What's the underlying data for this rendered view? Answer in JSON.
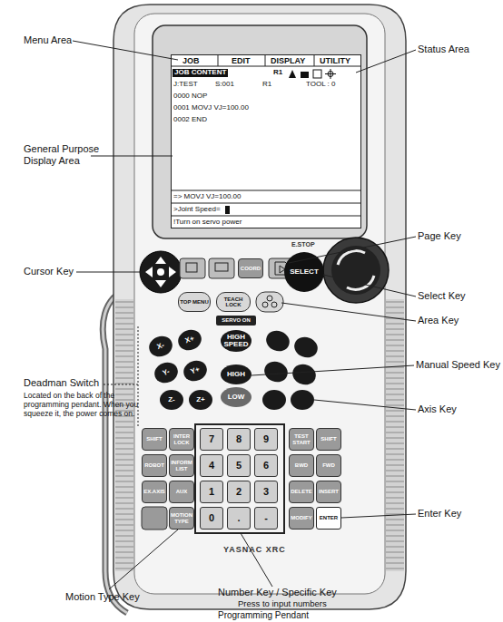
{
  "diagram": {
    "nodes": [
      {
        "text": [
          "YASNAC XRC"
        ]
      },
      {
        "text": [
          "JOB",
          "EDIT",
          "DISPLAY",
          "UTILITY",
          "JOB CONTENT",
          "R1",
          "J:TEST",
          "S:001",
          "R1",
          "TOOL : 0",
          "0000 NOP",
          "0001 MOVJ VJ=100.00",
          "0002 END",
          "=> MOVJ VJ=100.00",
          ">Joint Speed=",
          "!Turn on servo power"
        ],
        "in": 0
      },
      {
        "text": [
          "COORD"
        ],
        "in": 0
      },
      {
        "text": [
          "TOP MENU"
        ],
        "in": 0
      },
      {
        "text": [
          "TEACH LOCK"
        ],
        "in": 0
      },
      {
        "text": [
          "SELECT"
        ],
        "in": 0
      },
      {
        "text": [
          "SERVO ON"
        ],
        "in": 0
      },
      {
        "text": [
          "HIGH SPEED"
        ],
        "in": 0
      },
      {
        "text": [
          "HIGH"
        ],
        "in": 0
      },
      {
        "text": [
          "LOW"
        ],
        "in": 0
      },
      {
        "text": [
          "X-"
        ],
        "in": 0
      },
      {
        "text": [
          "X+"
        ],
        "in": 0
      },
      {
        "text": [
          "Y-"
        ],
        "in": 0
      },
      {
        "text": [
          "Y+"
        ],
        "in": 0
      },
      {
        "text": [
          "Z-"
        ],
        "in": 0
      },
      {
        "text": [
          "Z+"
        ],
        "in": 0
      },
      {
        "text": [
          "SHIFT"
        ],
        "in": 0
      },
      {
        "text": [
          "INTER LOCK"
        ],
        "in": 0
      },
      {
        "text": [
          "7"
        ],
        "in": 0
      },
      {
        "text": [
          "8"
        ],
        "in": 0
      },
      {
        "text": [
          "9"
        ],
        "in": 0
      },
      {
        "text": [
          "TEST START"
        ],
        "in": 0
      },
      {
        "text": [
          "SHIFT"
        ],
        "in": 0
      },
      {
        "text": [
          "ROBOT"
        ],
        "in": 0
      },
      {
        "text": [
          "INFORM LIST"
        ],
        "in": 0
      },
      {
        "text": [
          "4"
        ],
        "in": 0
      },
      {
        "text": [
          "5"
        ],
        "in": 0
      },
      {
        "text": [
          "6"
        ],
        "in": 0
      },
      {
        "text": [
          "BWD"
        ],
        "in": 0
      },
      {
        "text": [
          "FWD"
        ],
        "in": 0
      },
      {
        "text": [
          "EX.AXIS"
        ],
        "in": 0
      },
      {
        "text": [
          "AUX"
        ],
        "in": 0
      },
      {
        "text": [
          "1"
        ],
        "in": 0
      },
      {
        "text": [
          "2"
        ],
        "in": 0
      },
      {
        "text": [
          "3"
        ],
        "in": 0
      },
      {
        "text": [
          "DELETE"
        ],
        "in": 0
      },
      {
        "text": [
          "INSERT"
        ],
        "in": 0
      },
      {
        "text": [
          "MOTION TYPE"
        ],
        "in": 0
      },
      {
        "text": [
          "0"
        ],
        "in": 0
      },
      {
        "text": [
          "."
        ],
        "in": 0
      },
      {
        "text": [
          "-"
        ],
        "in": 0
      },
      {
        "text": [
          "MODIFY"
        ],
        "in": 0
      },
      {
        "text": [
          "ENTER"
        ],
        "in": 0
      }
    ],
    "labels": [
      "Menu Area",
      "Status Area",
      "General Purpose Display Area",
      "Page Key",
      "Cursor Key",
      "E.STOP",
      "Select Key",
      "Area Key",
      "Deadman Switch",
      "Located on the back of the programming pendant. When you squeeze it, the power comes on.",
      "Manual Speed Key",
      "Axis Key",
      "Enter Key",
      "Motion Type Key",
      "Number Key / Specific Key",
      "Press to input numbers",
      "Programming Pendant"
    ]
  }
}
